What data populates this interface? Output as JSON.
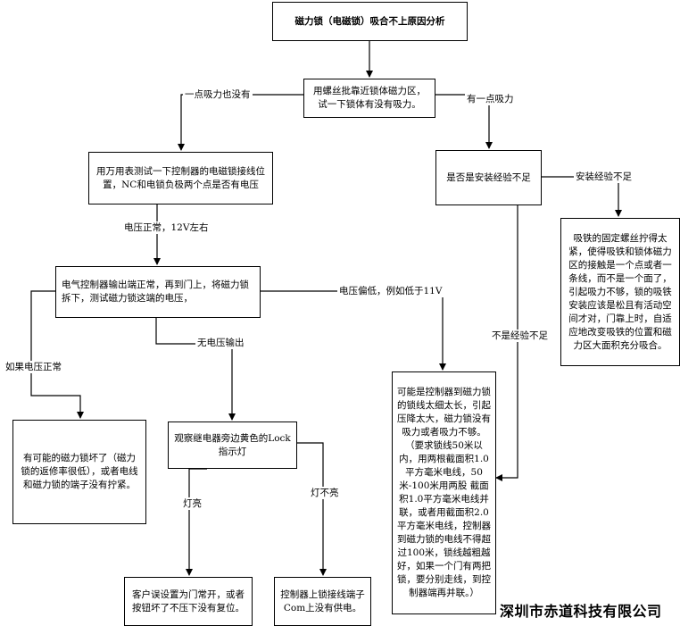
{
  "diagram": {
    "title": "磁力锁（电磁锁）吸合不上原因分析",
    "nodes": {
      "n1": "用螺丝批靠近锁体磁力区，试一下锁体有没有吸力。",
      "n2": "用万用表测试一下控制器的电磁锁接线位置，NC和电锁负极两个点是否有电压",
      "n3": "是否是安装经验不足",
      "n4": "吸铁的固定螺丝拧得太紧，使得吸铁和锁体磁力区的接触是一个点或者一条线，而不是一个面了，引起吸力不够，锁的吸铁安装应该是松且有活动空间才对，门靠上时，自适应地改变吸铁的位置和磁力区大面积充分吸合。",
      "n5": "电气控制器输出端正常，再到门上，将磁力锁拆下，测试磁力锁这端的电压，",
      "n6": "有可能的磁力锁坏了（磁力锁的返修率很低），或者电线和磁力锁的端子没有拧紧。",
      "n7": "观察继电器旁边黄色的Lock指示灯",
      "n8": "可能是控制器到磁力锁的锁线太细太长，引起压降太大，磁力锁没有吸力或者吸力不够。（要求锁线50米以内，用两根截面积1.0平方毫米电线，50米-100米用两股 截面积1.0平方毫米电线并联，或者用截面积2.0平方毫米电线，控制器到磁力锁的电线不得超过100米，锁线越粗越好，如果一个门有两把锁，要分别走线，到控制器端再并联。）",
      "n9": "客户误设置为门常开，或者按钮坏了不压下没有复位。",
      "n10": "控制器上锁接线端子Com上没有供电。"
    },
    "edge_labels": {
      "no_suction": "一点吸力也没有",
      "some_suction": "有一点吸力",
      "voltage_ok": "电压正常，12V左右",
      "lack_experience": "安装经验不足",
      "low_voltage": "电压偏低，例如低于11V",
      "no_output": "无电压输出",
      "if_voltage_ok": "如果电压正常",
      "not_lack_experience": "不是经验不足",
      "light_on": "灯亮",
      "light_off": "灯不亮"
    }
  },
  "company": "深圳市赤道科技有限公司"
}
